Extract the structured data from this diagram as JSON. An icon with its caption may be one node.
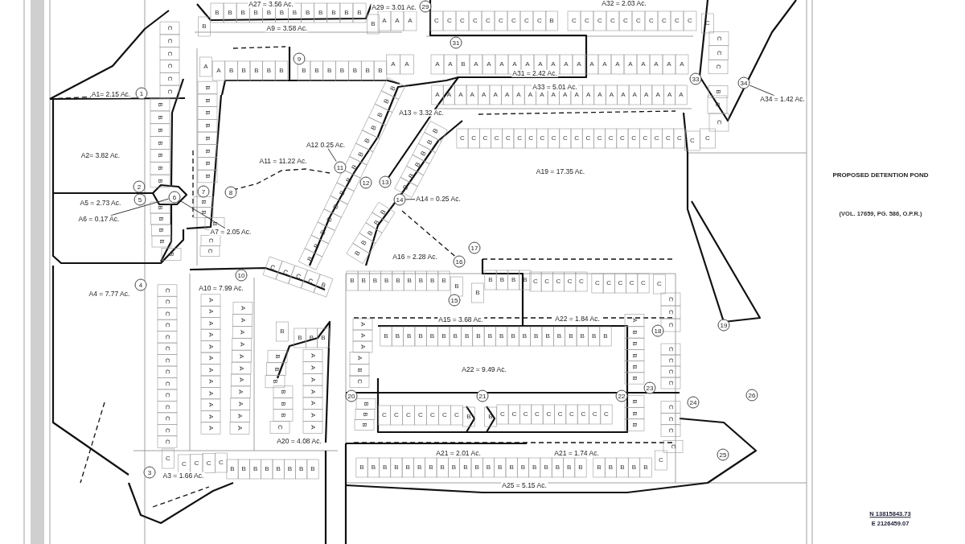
{
  "diagram": {
    "nodes": [
      {
        "text": [
          "29"
        ]
      },
      {
        "text": [
          "31"
        ]
      },
      {
        "text": [
          "9"
        ]
      },
      {
        "text": [
          "33"
        ]
      },
      {
        "text": [
          "34"
        ]
      },
      {
        "text": [
          "1"
        ]
      },
      {
        "text": [
          "A34 = 1.42 Ac."
        ]
      },
      {
        "text": [
          "A12 0.25 Ac."
        ]
      },
      {
        "text": [
          "11"
        ]
      },
      {
        "text": [
          "12"
        ]
      },
      {
        "text": [
          "13"
        ]
      },
      {
        "text": [
          "2"
        ]
      },
      {
        "text": [
          "7"
        ]
      },
      {
        "text": [
          "8"
        ]
      },
      {
        "text": [
          "6"
        ]
      },
      {
        "text": [
          "5"
        ]
      },
      {
        "text": [
          "14"
        ]
      },
      {
        "text": [
          "A14 = 0.25 Ac."
        ]
      },
      {
        "text": [
          "A6 = 0.17 Ac."
        ]
      },
      {
        "text": [
          "A7 = 2.05 Ac."
        ]
      },
      {
        "text": [
          "17"
        ]
      },
      {
        "text": [
          "16"
        ]
      },
      {
        "text": [
          "10"
        ]
      },
      {
        "text": [
          "4"
        ]
      },
      {
        "text": [
          "15"
        ]
      },
      {
        "text": [
          "19"
        ]
      },
      {
        "text": [
          "18"
        ]
      },
      {
        "text": [
          "23"
        ]
      },
      {
        "text": [
          "20"
        ]
      },
      {
        "text": [
          "21"
        ]
      },
      {
        "text": [
          "22"
        ]
      },
      {
        "text": [
          "26"
        ]
      },
      {
        "text": [
          "24"
        ]
      },
      {
        "text": [
          "25"
        ]
      },
      {
        "text": [
          "3"
        ]
      }
    ],
    "edges": [
      {
        "from": 6,
        "to": 4,
        "arrow": "none"
      },
      {
        "from": 7,
        "to": 8,
        "arrow": "none"
      },
      {
        "from": 17,
        "to": 16,
        "arrow": "none"
      },
      {
        "from": 18,
        "to": 14,
        "arrow": "none"
      },
      {
        "from": 19,
        "to": 14,
        "arrow": "none"
      }
    ],
    "labels": [
      "A27 = 3.56 Ac.",
      "A32 = 2.03 Ac.",
      "A29 = 3.01 Ac.",
      "A9 = 3.58 Ac.",
      "A31 = 2.42 Ac.",
      "A33 = 5.01 Ac.",
      "A1= 2.15 Ac.",
      "A13 = 3.32 Ac.",
      "A2= 3.82 Ac.",
      "A11 = 11.22 Ac.",
      "A19 = 17.35 Ac.",
      "PROPOSED DETENTION POND",
      "(VOL. 17659, PG. 586, O.P.R.)",
      "A5 = 2.73 Ac.",
      "A16 = 2.28 Ac.",
      "A4 = 7.77 Ac.",
      "A10 = 7.99 Ac.",
      "A15 = 3.68 Ac.",
      "A22 = 1.84 Ac.",
      "A22 = 9.49 Ac.",
      "A20 = 4.08 Ac.",
      "A21 = 2.01 Ac.",
      "A21 = 1.74 Ac.",
      "A3 = 1.66 Ac.",
      "A25 = 5.15 Ac.",
      "N 13815843.73",
      "E 2126459.07",
      "B",
      "B",
      "B",
      "B",
      "B",
      "B",
      "B",
      "B",
      "B",
      "B",
      "B",
      "B",
      "B",
      "B",
      "A",
      "A",
      "A",
      "C",
      "C",
      "C",
      "C",
      "C",
      "C",
      "C",
      "C",
      "C",
      "B",
      "C",
      "C",
      "C",
      "C",
      "C",
      "C",
      "C",
      "C",
      "C",
      "C",
      "C",
      "C",
      "C",
      "C",
      "B",
      "C",
      "C",
      "A",
      "A",
      "B",
      "B",
      "B",
      "B",
      "B",
      "B",
      "B",
      "B",
      "B",
      "B",
      "B",
      "B",
      "A",
      "A",
      "A",
      "A",
      "B",
      "A",
      "A",
      "A",
      "A",
      "A",
      "A",
      "A",
      "A",
      "A",
      "A",
      "A",
      "A",
      "A",
      "A",
      "A",
      "A",
      "A",
      "A",
      "A",
      "A",
      "A",
      "A",
      "A",
      "A",
      "A",
      "A",
      "A",
      "A",
      "A",
      "A",
      "A",
      "A",
      "A",
      "A",
      "A",
      "A",
      "A",
      "A",
      "A",
      "C",
      "C",
      "C",
      "C",
      "C",
      "C",
      "C",
      "C",
      "C",
      "C",
      "C",
      "C",
      "C",
      "C",
      "C",
      "C",
      "C",
      "C",
      "C",
      "C",
      "C",
      "C",
      "C",
      "C",
      "C",
      "C",
      "C",
      "C",
      "B",
      "B",
      "B",
      "B",
      "B",
      "B",
      "B",
      "B",
      "B",
      "B",
      "B",
      "B",
      "B",
      "B",
      "B",
      "B",
      "B",
      "B",
      "B",
      "B",
      "B",
      "B",
      "B",
      "C",
      "C",
      "B",
      "B",
      "B",
      "B",
      "B",
      "B",
      "B",
      "B",
      "B",
      "B",
      "B",
      "B",
      "B",
      "B",
      "B",
      "B",
      "B",
      "B",
      "B",
      "B",
      "B",
      "B",
      "B",
      "B",
      "B",
      "C",
      "C",
      "C",
      "C",
      "C",
      "C",
      "C",
      "C",
      "C",
      "C",
      "C",
      "C",
      "C",
      "C",
      "C",
      "C",
      "C",
      "C",
      "C",
      "B",
      "B",
      "B",
      "B",
      "B",
      "B",
      "B",
      "B",
      "A",
      "A",
      "A",
      "A",
      "A",
      "A",
      "A",
      "A",
      "A",
      "A",
      "A",
      "A",
      "A",
      "A",
      "A",
      "A",
      "A",
      "A",
      "A",
      "A",
      "A",
      "A",
      "A",
      "B",
      "B",
      "B",
      "B",
      "B",
      "B",
      "B",
      "B",
      "B",
      "B",
      "C",
      "A",
      "A",
      "A",
      "A",
      "A",
      "A",
      "A",
      "C",
      "C",
      "C",
      "C",
      "B",
      "B",
      "B",
      "B",
      "B",
      "B",
      "B",
      "B",
      "B",
      "B",
      "B",
      "B",
      "B",
      "B",
      "B",
      "B",
      "C",
      "C",
      "C",
      "C",
      "C",
      "C",
      "C",
      "C",
      "C",
      "C",
      "C",
      "A",
      "A",
      "A",
      "A",
      "B",
      "C",
      "B",
      "B",
      "B",
      "B",
      "B",
      "B",
      "B",
      "B",
      "B",
      "B",
      "B",
      "B",
      "B",
      "B",
      "B",
      "B",
      "B",
      "B",
      "B",
      "B",
      "B",
      "B",
      "B",
      "A",
      "B",
      "B",
      "B",
      "B",
      "B",
      "B",
      "B",
      "B",
      "C",
      "C",
      "C",
      "C",
      "C",
      "C",
      "C",
      "B",
      "B",
      "C",
      "C",
      "C",
      "C",
      "C",
      "C",
      "C",
      "C",
      "C",
      "C",
      "B",
      "B",
      "B",
      "B",
      "B",
      "B",
      "B",
      "B",
      "B",
      "B",
      "B",
      "B",
      "B",
      "B",
      "B",
      "B",
      "B",
      "B",
      "B",
      "B",
      "B",
      "B",
      "B",
      "B",
      "B",
      "C",
      "C",
      "C",
      "C",
      "C",
      "C",
      "C",
      "C",
      "C",
      "C",
      "C",
      "C"
    ]
  }
}
